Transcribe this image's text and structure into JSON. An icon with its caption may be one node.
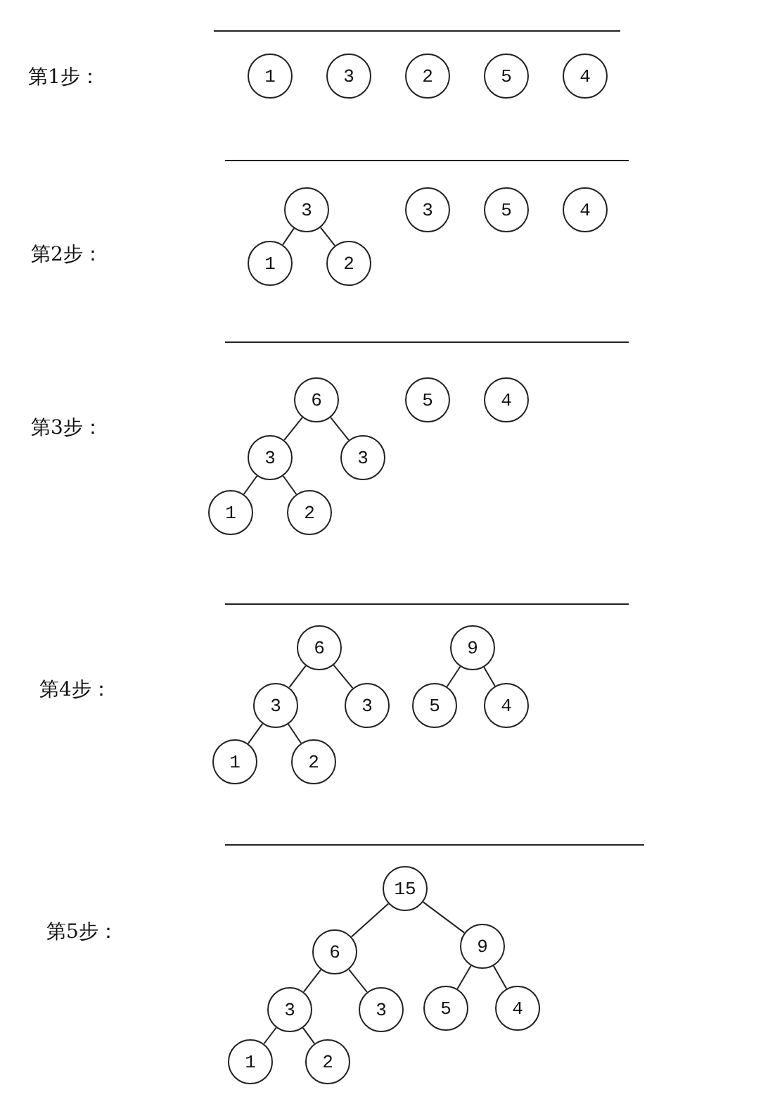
{
  "diagram": {
    "nodes": [
      {
        "text": [
          "1"
        ]
      },
      {
        "text": [
          "3"
        ]
      },
      {
        "text": [
          "2"
        ]
      },
      {
        "text": [
          "5"
        ]
      },
      {
        "text": [
          "4"
        ]
      },
      {
        "text": [
          "3"
        ]
      },
      {
        "text": [
          "1"
        ]
      },
      {
        "text": [
          "2"
        ]
      },
      {
        "text": [
          "3"
        ]
      },
      {
        "text": [
          "5"
        ]
      },
      {
        "text": [
          "4"
        ]
      },
      {
        "text": [
          "6"
        ]
      },
      {
        "text": [
          "5"
        ]
      },
      {
        "text": [
          "4"
        ]
      },
      {
        "text": [
          "3"
        ]
      },
      {
        "text": [
          "3"
        ]
      },
      {
        "text": [
          "1"
        ]
      },
      {
        "text": [
          "2"
        ]
      },
      {
        "text": [
          "6"
        ]
      },
      {
        "text": [
          "9"
        ]
      },
      {
        "text": [
          "3"
        ]
      },
      {
        "text": [
          "3"
        ]
      },
      {
        "text": [
          "5"
        ]
      },
      {
        "text": [
          "4"
        ]
      },
      {
        "text": [
          "1"
        ]
      },
      {
        "text": [
          "2"
        ]
      },
      {
        "text": [
          "15"
        ]
      },
      {
        "text": [
          "6"
        ]
      },
      {
        "text": [
          "9"
        ]
      },
      {
        "text": [
          "3"
        ]
      },
      {
        "text": [
          "3"
        ]
      },
      {
        "text": [
          "5"
        ]
      },
      {
        "text": [
          "4"
        ]
      },
      {
        "text": [
          "1"
        ]
      },
      {
        "text": [
          "2"
        ]
      }
    ],
    "edges": [
      {
        "from": 5,
        "to": 6,
        "arrow": "none"
      },
      {
        "from": 5,
        "to": 7,
        "arrow": "none"
      },
      {
        "from": 11,
        "to": 14,
        "arrow": "none"
      },
      {
        "from": 11,
        "to": 15,
        "arrow": "none"
      },
      {
        "from": 14,
        "to": 16,
        "arrow": "none"
      },
      {
        "from": 14,
        "to": 17,
        "arrow": "none"
      },
      {
        "from": 18,
        "to": 20,
        "arrow": "none"
      },
      {
        "from": 18,
        "to": 21,
        "arrow": "none"
      },
      {
        "from": 19,
        "to": 22,
        "arrow": "none"
      },
      {
        "from": 19,
        "to": 23,
        "arrow": "none"
      },
      {
        "from": 20,
        "to": 24,
        "arrow": "none"
      },
      {
        "from": 20,
        "to": 25,
        "arrow": "none"
      },
      {
        "from": 26,
        "to": 27,
        "arrow": "none"
      },
      {
        "from": 26,
        "to": 28,
        "arrow": "none"
      },
      {
        "from": 27,
        "to": 29,
        "arrow": "none"
      },
      {
        "from": 27,
        "to": 30,
        "arrow": "none"
      },
      {
        "from": 28,
        "to": 31,
        "arrow": "none"
      },
      {
        "from": 28,
        "to": 32,
        "arrow": "none"
      },
      {
        "from": 29,
        "to": 33,
        "arrow": "none"
      },
      {
        "from": 29,
        "to": 34,
        "arrow": "none"
      }
    ],
    "labels": [
      "第1步：",
      "第2步：",
      "第3步：",
      "第4步：",
      "第5步："
    ]
  }
}
